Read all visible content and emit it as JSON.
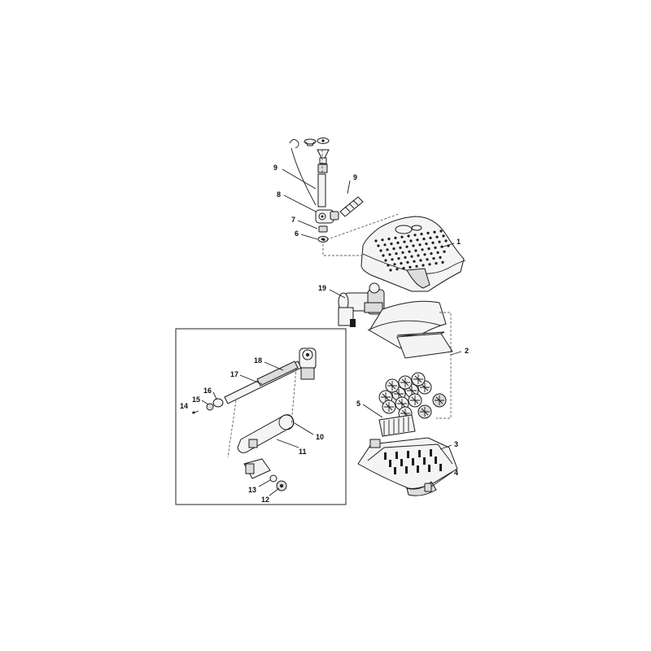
{
  "callouts": [
    {
      "id": "c9a",
      "text": "9"
    },
    {
      "id": "c9b",
      "text": "9"
    },
    {
      "id": "c8",
      "text": "8"
    },
    {
      "id": "c7",
      "text": "7"
    },
    {
      "id": "c6",
      "text": "6"
    },
    {
      "id": "c1",
      "text": "1"
    },
    {
      "id": "c19",
      "text": "19"
    },
    {
      "id": "c2",
      "text": "2"
    },
    {
      "id": "c18",
      "text": "18"
    },
    {
      "id": "c17",
      "text": "17"
    },
    {
      "id": "c16",
      "text": "16"
    },
    {
      "id": "c15",
      "text": "15"
    },
    {
      "id": "c14",
      "text": "14"
    },
    {
      "id": "c10",
      "text": "10"
    },
    {
      "id": "c11",
      "text": "11"
    },
    {
      "id": "c5",
      "text": "5"
    },
    {
      "id": "c3",
      "text": "3"
    },
    {
      "id": "c4",
      "text": "4"
    },
    {
      "id": "c13",
      "text": "13"
    },
    {
      "id": "c12",
      "text": "12"
    }
  ]
}
